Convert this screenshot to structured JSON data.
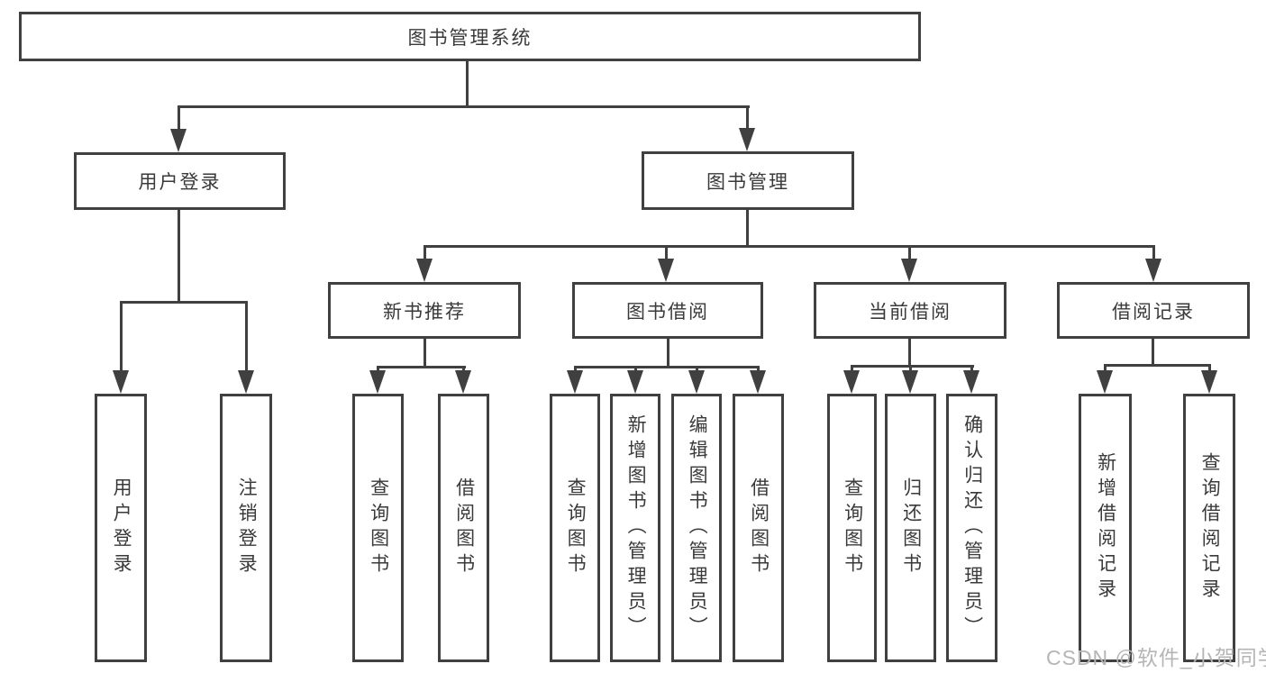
{
  "tree": {
    "label": "图书管理系统",
    "children": [
      {
        "label": "用户登录",
        "children": [
          {
            "label": "用户登录"
          },
          {
            "label": "注销登录"
          }
        ]
      },
      {
        "label": "图书管理",
        "children": [
          {
            "label": "新书推荐",
            "children": [
              {
                "label": "查询图书"
              },
              {
                "label": "借阅图书"
              }
            ]
          },
          {
            "label": "图书借阅",
            "children": [
              {
                "label": "查询图书"
              },
              {
                "label": "新增图书（管理员）"
              },
              {
                "label": "编辑图书（管理员）"
              },
              {
                "label": "借阅图书"
              }
            ]
          },
          {
            "label": "当前借阅",
            "children": [
              {
                "label": "查询图书"
              },
              {
                "label": "归还图书"
              },
              {
                "label": "确认归还（管理员）"
              }
            ]
          },
          {
            "label": "借阅记录",
            "children": [
              {
                "label": "新增借阅记录"
              },
              {
                "label": "查询借阅记录"
              }
            ]
          }
        ]
      }
    ]
  },
  "watermark": {
    "text": "CSDN @软件_小贺同学"
  },
  "colors": {
    "line": "#404040",
    "text": "#3a3a3a",
    "watermark": "#b5b5b5",
    "background": "#ffffff"
  }
}
